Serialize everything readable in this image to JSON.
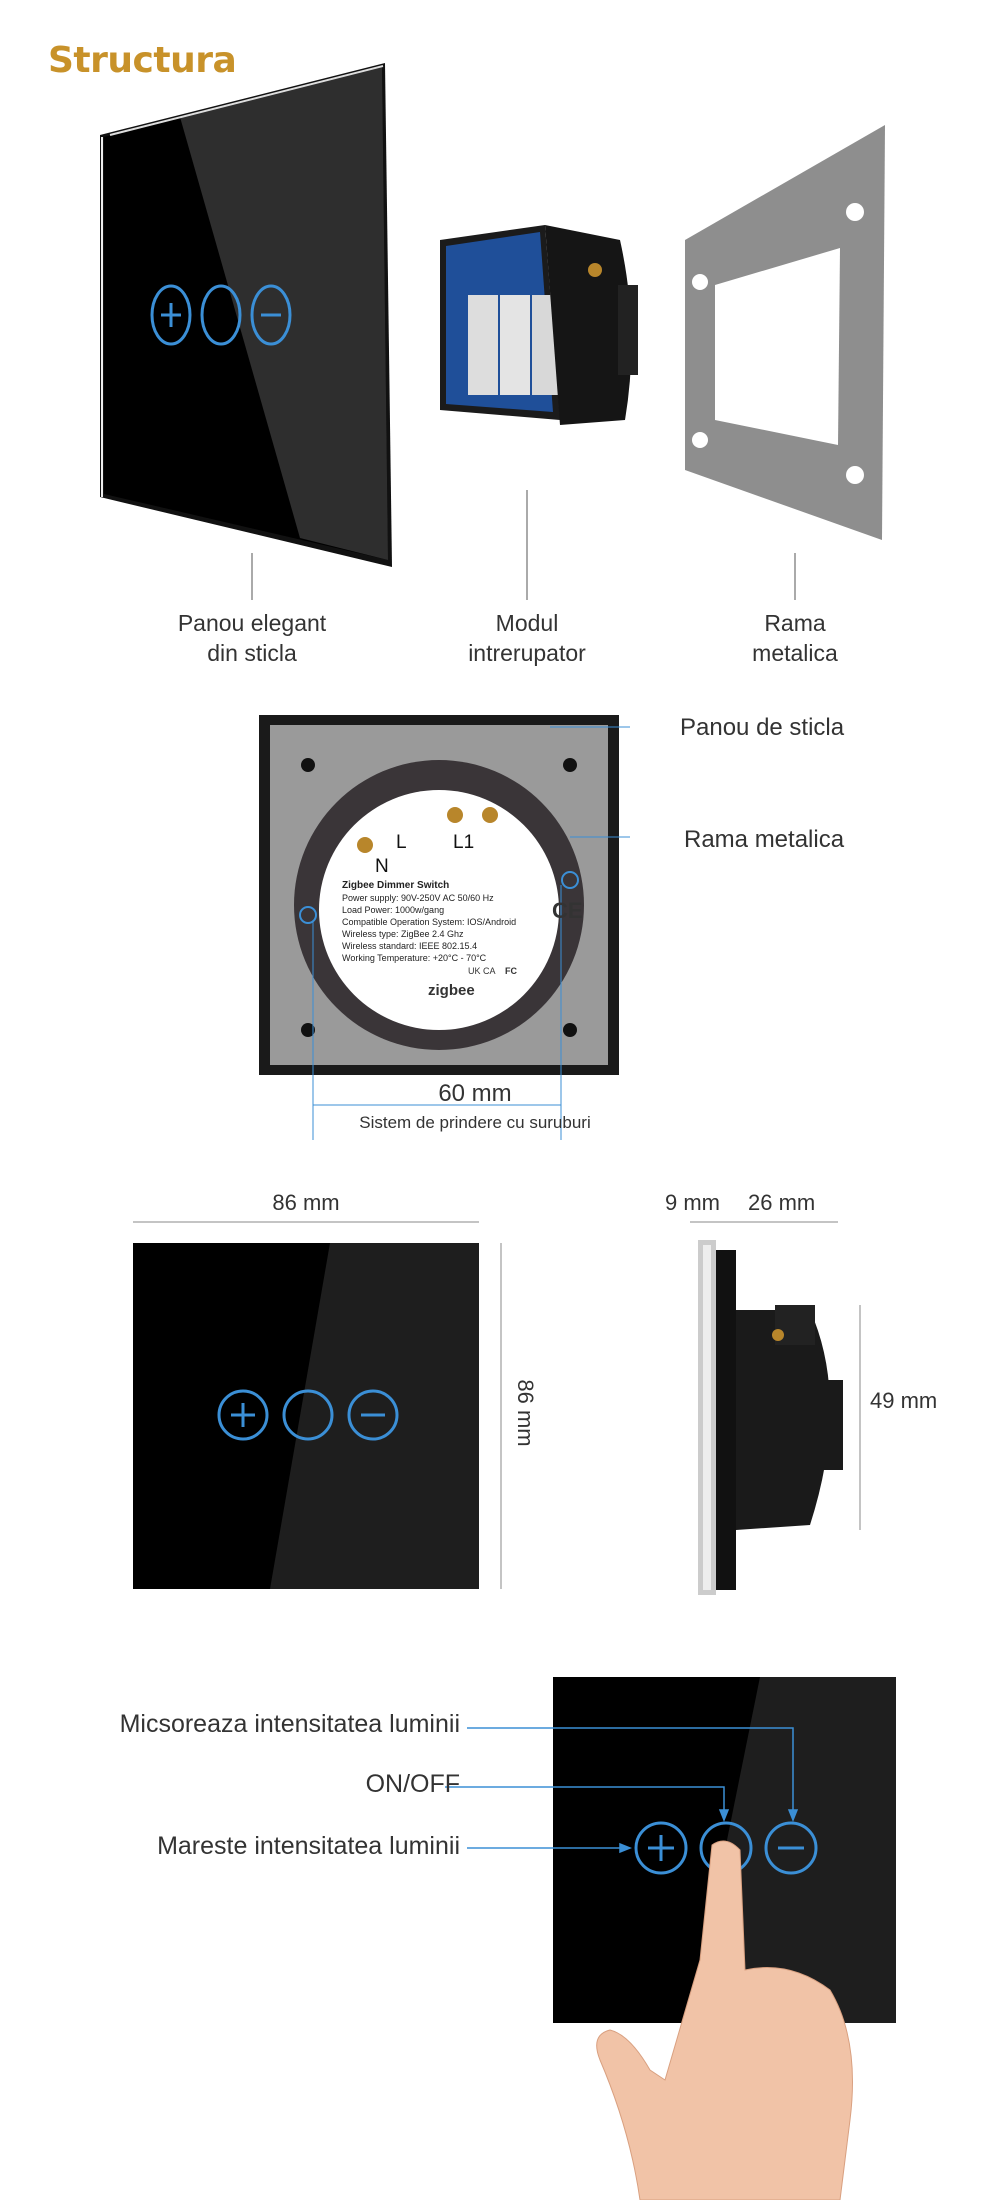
{
  "title": "Structura",
  "colors": {
    "title": "#c8922a",
    "accent": "#3b8fd6",
    "glass": "#000000",
    "frame": "#8e8e8e"
  },
  "structure": {
    "items": [
      {
        "label_line1": "Panou elegant",
        "label_line2": "din sticla"
      },
      {
        "label_line1": "Modul",
        "label_line2": "intrerupator"
      },
      {
        "label_line1": "Rama",
        "label_line2": "metalica"
      }
    ]
  },
  "back_view": {
    "callout_glass": "Panou de sticla",
    "callout_frame": "Rama metalica",
    "terminals": {
      "n": "N",
      "l": "L",
      "l1": "L1"
    },
    "label": {
      "title": "Zigbee Dimmer Switch",
      "lines": [
        "Power supply: 90V-250V AC 50/60 Hz",
        "Load Power: 1000w/gang",
        "Compatible Operation System: IOS/Android",
        "Wireless type: ZigBee 2.4 Ghz",
        "Wireless standard: IEEE 802.15.4",
        "Working Temperature: +20°C - 70°C"
      ],
      "ce": "CE",
      "ukca": "UK CA",
      "fc": "FC",
      "brand": "zigbee"
    },
    "dimension": "60 mm",
    "dimension_caption": "Sistem de prindere cu suruburi"
  },
  "dimensions": {
    "front_width": "86 mm",
    "front_height": "86 mm",
    "side_glass": "9 mm",
    "side_depth": "26 mm",
    "side_height": "49 mm"
  },
  "usage": {
    "decrease": "Micsoreaza intensitatea luminii",
    "onoff": "ON/OFF",
    "increase": "Mareste intensitatea luminii"
  }
}
